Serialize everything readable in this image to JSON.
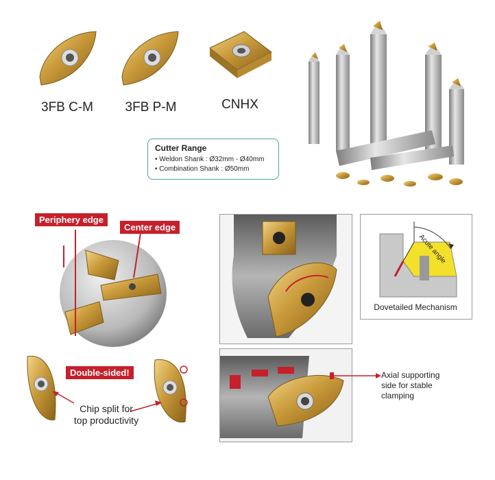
{
  "inserts": [
    {
      "label": "3FB C-M"
    },
    {
      "label": "3FB P-M"
    },
    {
      "label": "CNHX"
    }
  ],
  "cutter_range": {
    "title": "Cutter Range",
    "lines": [
      "• Weldon Shank : Ø32mm - Ø40mm",
      "• Combination Shank : Ø50mm"
    ]
  },
  "edge_view": {
    "periphery_label": "Periphery edge",
    "center_label": "Center edge"
  },
  "double_sided": {
    "label": "Double-sided!",
    "chip_split_line1": "Chip split for",
    "chip_split_line2": "top productivity"
  },
  "dovetail": {
    "acute_angle_label": "Acute angle",
    "caption": "Dovetailed Mechanism"
  },
  "axial_support": {
    "line1": "Axial supporting",
    "line2": "side for stable",
    "line3": "clamping"
  },
  "colors": {
    "accent_red": "#c6202b",
    "gold": "#c99a3a",
    "teal_border": "#4aa59b"
  }
}
